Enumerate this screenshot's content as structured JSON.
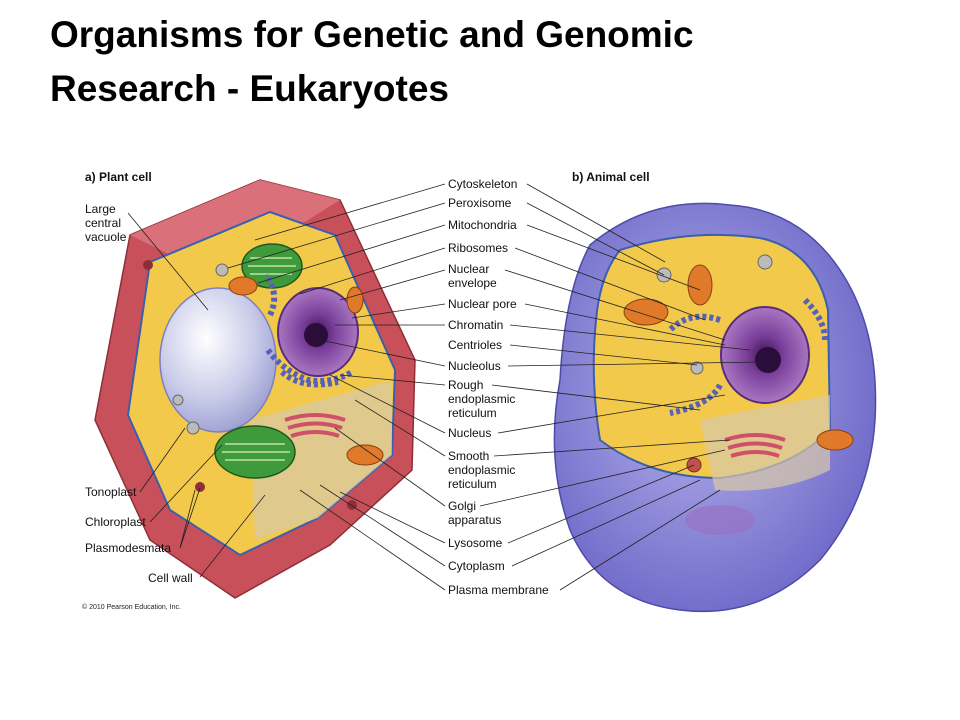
{
  "title": {
    "line1": "Organisms for Genetic and Genomic",
    "line2": "Research - Eukaryotes"
  },
  "figure": {
    "plant_heading": "a) Plant cell",
    "animal_heading": "b) Animal cell",
    "center_labels": [
      [
        "Cytoskeleton"
      ],
      [
        "Peroxisome"
      ],
      [
        "Mitochondria"
      ],
      [
        "Ribosomes"
      ],
      [
        "Nuclear",
        "envelope"
      ],
      [
        "Nuclear pore"
      ],
      [
        "Chromatin"
      ],
      [
        "Centrioles"
      ],
      [
        "Nucleolus"
      ],
      [
        "Rough",
        "endoplasmic",
        "reticulum"
      ],
      [
        "Nucleus"
      ],
      [
        "Smooth",
        "endoplasmic",
        "reticulum"
      ],
      [
        "Golgi",
        "apparatus"
      ],
      [
        "Lysosome"
      ],
      [
        "Cytoplasm"
      ],
      [
        "Plasma membrane"
      ]
    ],
    "plant_labels": [
      [
        "Large",
        "central",
        "vacuole"
      ],
      [
        "Tonoplast"
      ],
      [
        "Chloroplast"
      ],
      [
        "Plasmodesmata"
      ],
      [
        "Cell wall"
      ]
    ],
    "copyright": "© 2010 Pearson Education, Inc.",
    "colors": {
      "cell_wall": "#c8505a",
      "cytoplasm": "#f2c94a",
      "vacuole": "#c9cbe9",
      "nucleus": "#9a5bb5",
      "chloroplast": "#3f9a3c",
      "mitochondria": "#e07a2a",
      "rough_er": "#5661b8",
      "animal_membrane": "#8b87d6"
    }
  }
}
